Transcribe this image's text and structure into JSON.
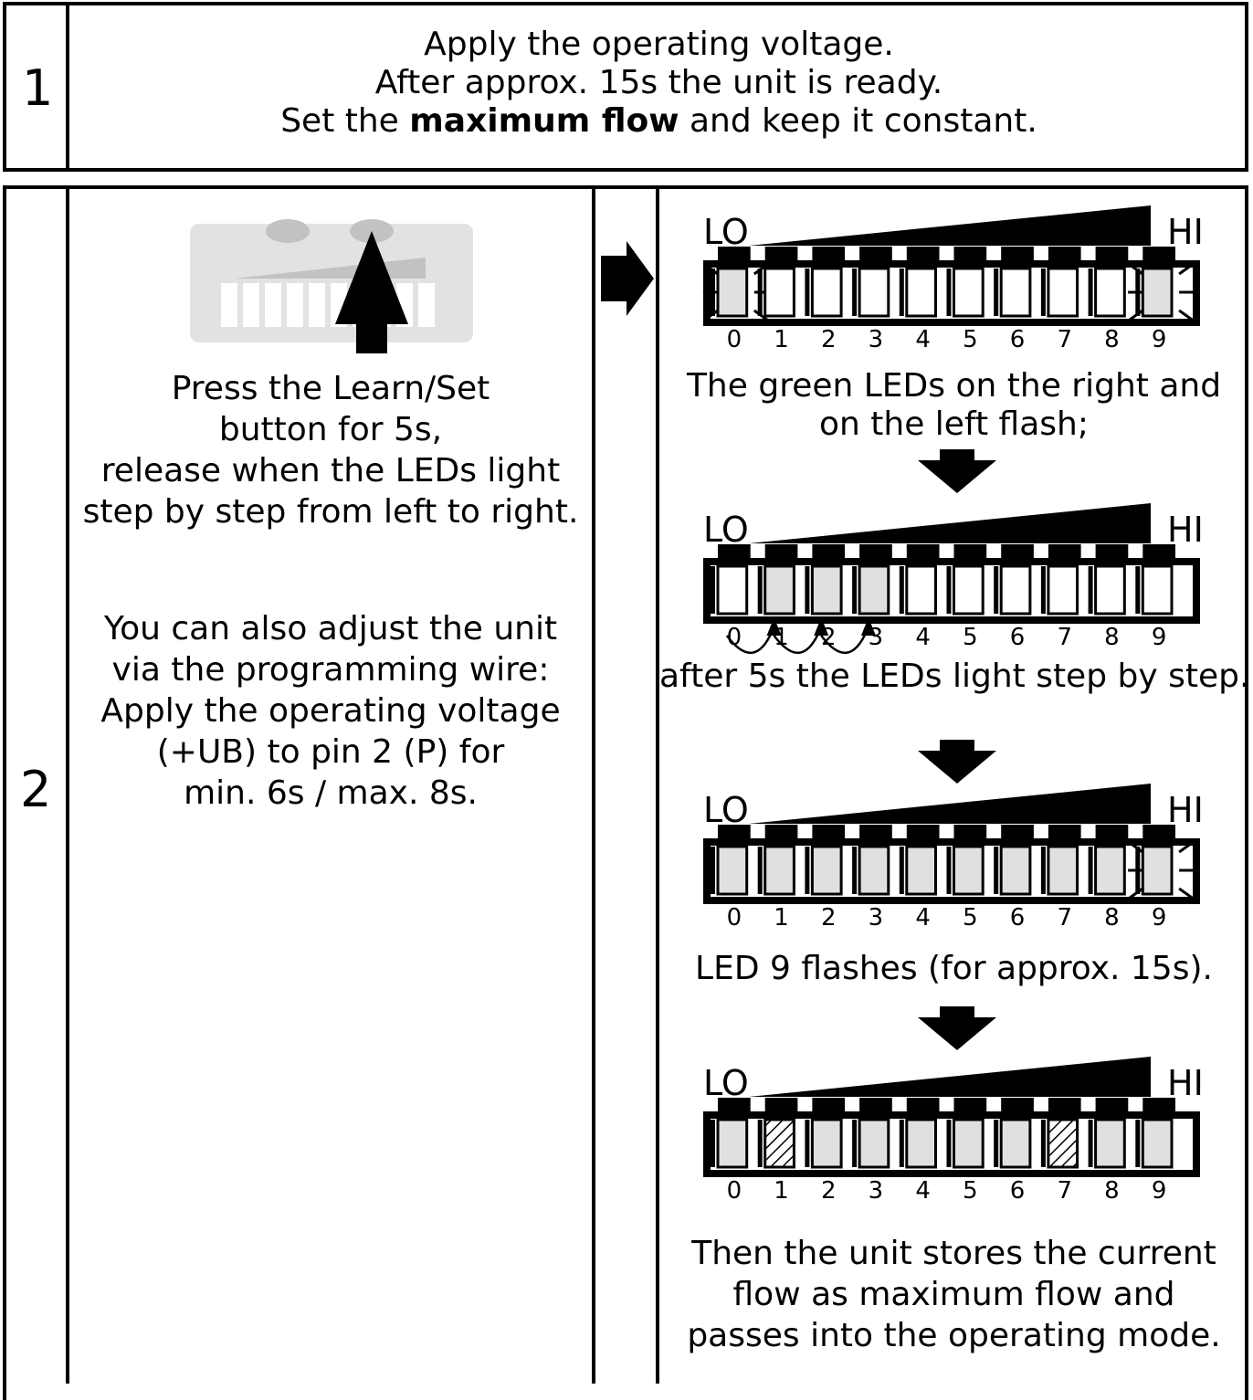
{
  "step1": {
    "number": "1",
    "line1": "Apply the operating voltage.",
    "line2": "After approx. 15s the unit is ready.",
    "line3_pre": "Set the ",
    "line3_bold": "maximum flow",
    "line3_post": " and keep it constant."
  },
  "step2": {
    "number": "2",
    "press_instructions": [
      "Press the Learn/Set",
      "button for 5s,",
      "release when the LEDs light",
      "step by step from left to right."
    ],
    "wire_instructions": [
      "You can also adjust the unit",
      "via the programming wire:",
      "Apply the operating voltage",
      "(+UB) to pin 2 (P) for",
      "min. 6s / max. 8s."
    ]
  },
  "led_display": {
    "lo_label": "LO",
    "hi_label": "HI",
    "led_numbers": [
      "0",
      "1",
      "2",
      "3",
      "4",
      "5",
      "6",
      "7",
      "8",
      "9"
    ],
    "colors": {
      "lit": "#e0e0e0",
      "unlit": "#ffffff",
      "device_body": "#e2e2e2",
      "device_button": "#c2c2c2"
    }
  },
  "sequence": [
    {
      "caption": [
        "The green LEDs on the right and",
        "on the left flash;"
      ],
      "lit_leds": [
        0,
        9
      ],
      "flashing_leds": [
        0,
        9
      ],
      "hatched_leds": []
    },
    {
      "caption": [
        "after 5s the LEDs light step by step."
      ],
      "lit_leds": [
        1,
        2,
        3
      ],
      "flashing_leds": [],
      "hatched_leds": [],
      "step_arrows": true
    },
    {
      "caption": [
        "LED 9 flashes (for approx. 15s)."
      ],
      "lit_leds": [
        0,
        1,
        2,
        3,
        4,
        5,
        6,
        7,
        8,
        9
      ],
      "flashing_leds": [
        9
      ],
      "hatched_leds": []
    },
    {
      "caption": [
        "Then the unit stores the current",
        "flow as maximum flow and",
        "passes into the operating mode."
      ],
      "lit_leds": [
        0,
        2,
        3,
        4,
        5,
        6,
        8,
        9
      ],
      "flashing_leds": [],
      "hatched_leds": [
        1,
        7
      ]
    }
  ]
}
